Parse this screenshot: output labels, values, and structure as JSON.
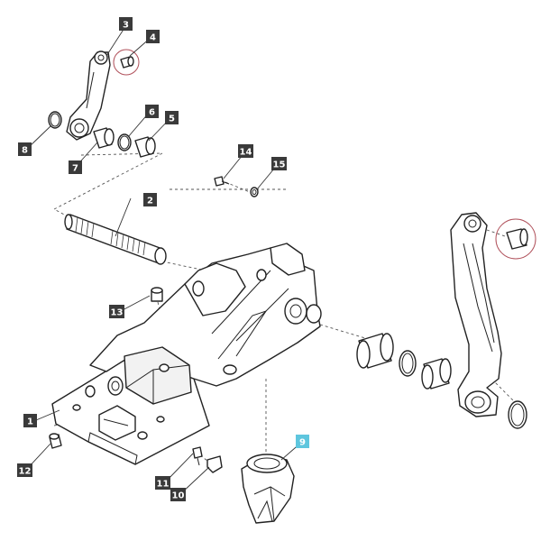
{
  "diagram": {
    "callouts": [
      {
        "label": "1"
      },
      {
        "label": "2"
      },
      {
        "label": "3"
      },
      {
        "label": "4"
      },
      {
        "label": "5"
      },
      {
        "label": "6"
      },
      {
        "label": "7"
      },
      {
        "label": "8"
      },
      {
        "label": "9",
        "selected": true
      },
      {
        "label": "10"
      },
      {
        "label": "11"
      },
      {
        "label": "12"
      },
      {
        "label": "13"
      },
      {
        "label": "14"
      },
      {
        "label": "15"
      }
    ],
    "colors": {
      "callout_bg": "#3a3a3a",
      "callout_selected_bg": "#5ec6de",
      "callout_text": "#ffffff",
      "highlight_ring": "#b0505a",
      "line": "#222222"
    }
  }
}
